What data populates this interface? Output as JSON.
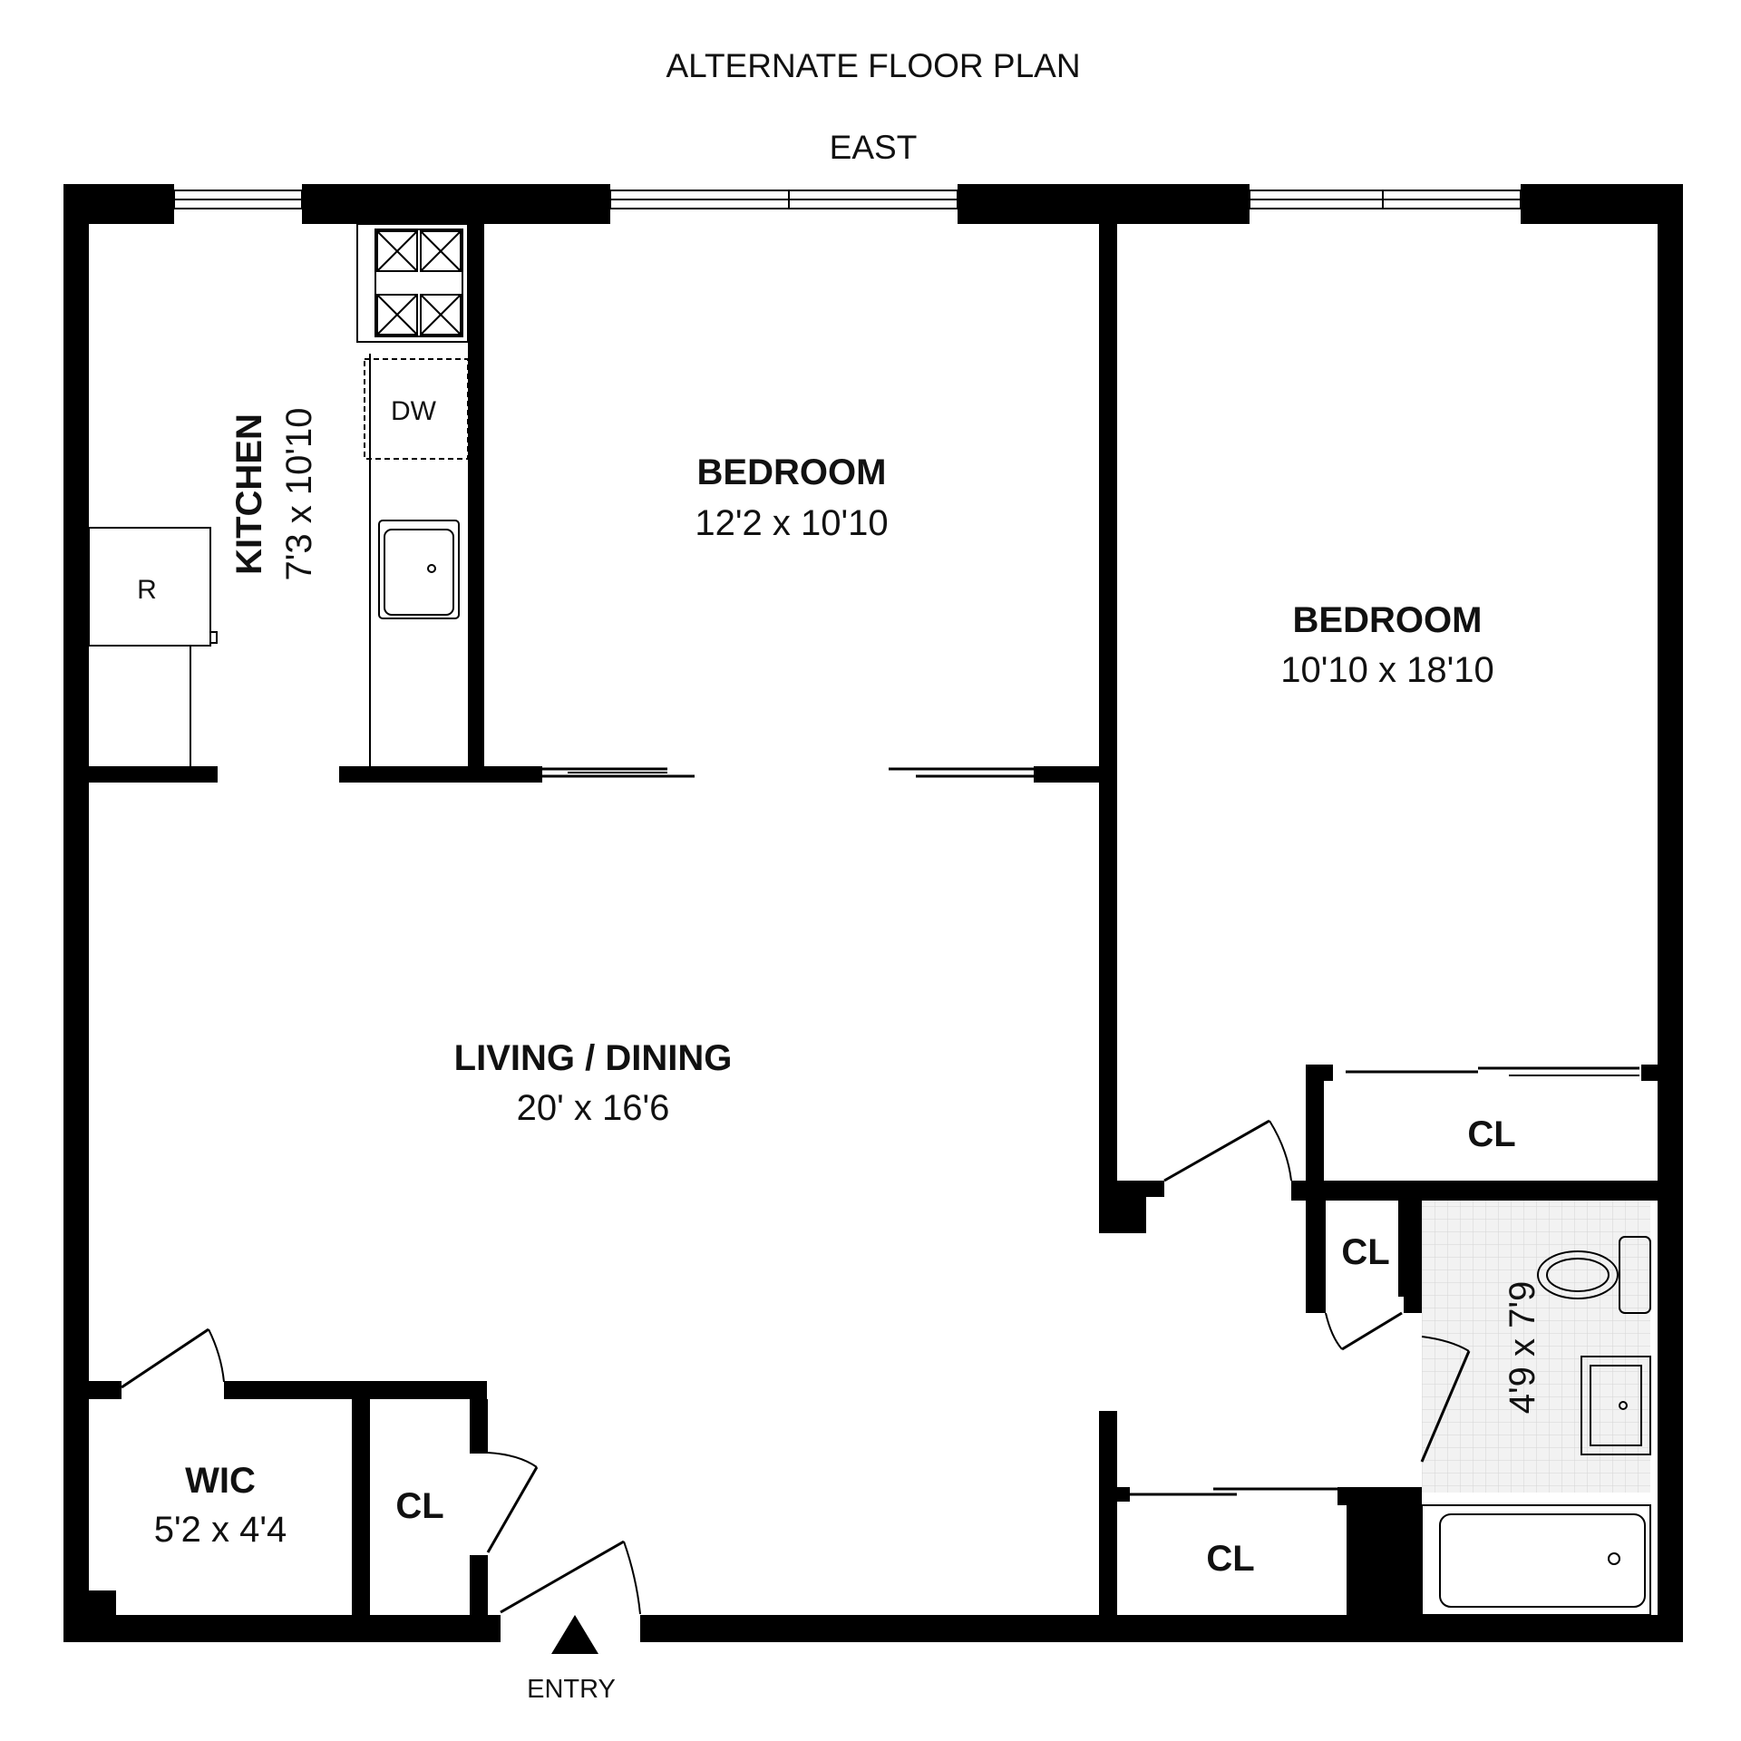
{
  "header": {
    "title": "ALTERNATE FLOOR PLAN",
    "orientation": "EAST"
  },
  "entry": {
    "label": "ENTRY"
  },
  "rooms": {
    "kitchen": {
      "name": "KITCHEN",
      "dims": "7'3 x 10'10"
    },
    "bedroom_1": {
      "name": "BEDROOM",
      "dims": "12'2 x 10'10"
    },
    "bedroom_2": {
      "name": "BEDROOM",
      "dims": "10'10 x 18'10"
    },
    "living_dining": {
      "name": "LIVING / DINING",
      "dims": "20' x 16'6"
    },
    "wic": {
      "name": "WIC",
      "dims": "5'2 x 4'4"
    },
    "closet_hall": {
      "name": "CL"
    },
    "closet_bedroom": {
      "name": "CL"
    },
    "closet_small": {
      "name": "CL"
    },
    "closet_lower": {
      "name": "CL"
    },
    "bath": {
      "dims": "4'9 x 7'9"
    }
  },
  "appliances": {
    "dishwasher": "DW",
    "refrigerator": "R"
  }
}
